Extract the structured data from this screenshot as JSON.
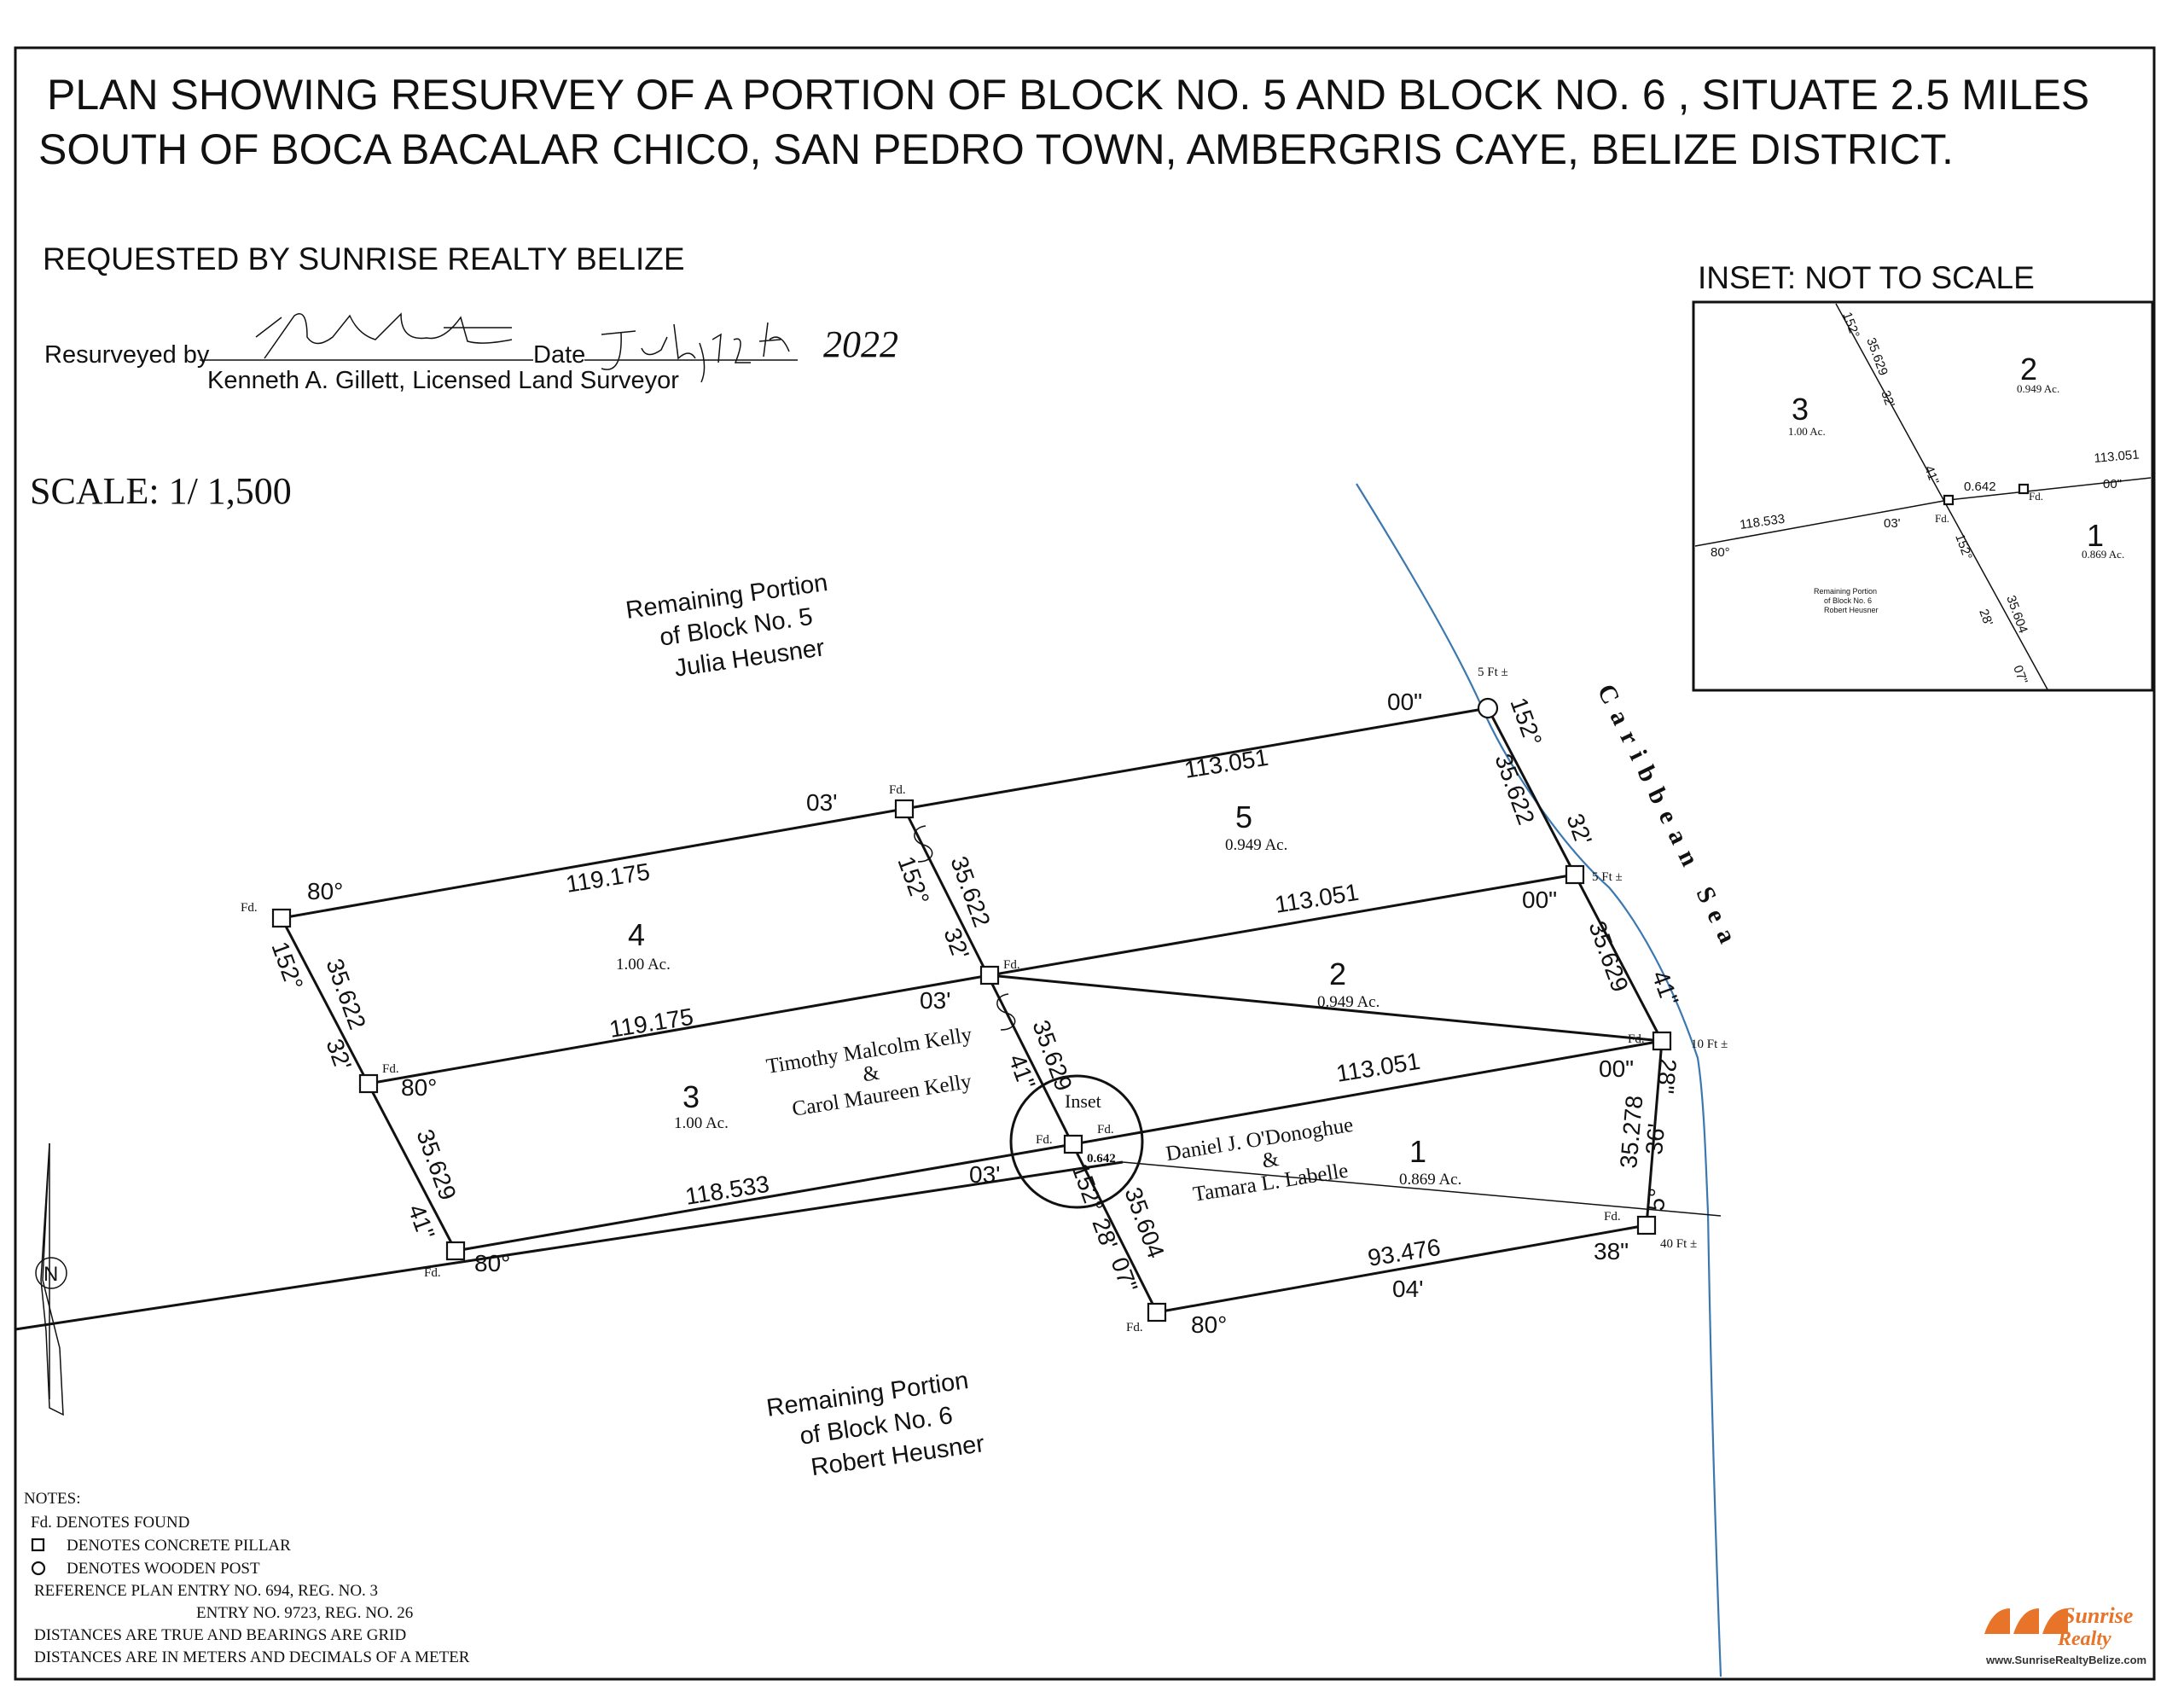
{
  "title": {
    "line1": "PLAN SHOWING RESURVEY OF A PORTION OF BLOCK NO. 5 AND BLOCK NO. 6 , SITUATE 2.5 MILES",
    "line2": "SOUTH OF BOCA BACALAR CHICO, SAN PEDRO TOWN,  AMBERGRIS CAYE, BELIZE DISTRICT."
  },
  "requested_by": "REQUESTED BY  SUNRISE REALTY BELIZE",
  "resurveyed_by_label": "Resurveyed by",
  "date_label": "Date",
  "surveyor": "Kenneth A. Gillett,  Licensed Land Surveyor",
  "date_handwritten": "July 12th 2022",
  "scale": "SCALE: 1/ 1,500",
  "inset_title": "INSET: NOT TO SCALE",
  "inset_label": "Inset",
  "north_label": "N",
  "sea_label": "Caribbean Sea",
  "remaining_block5": {
    "line1": "Remaining Portion",
    "line2": "of Block No. 5",
    "line3": "Julia Heusner"
  },
  "remaining_block6": {
    "line1": "Remaining Portion",
    "line2": "of Block No. 6",
    "line3": "Robert Heusner"
  },
  "owners_3_4": {
    "line1": "Timothy Malcolm Kelly",
    "line2": "&",
    "line3": "Carol Maureen Kelly"
  },
  "owners_1_2": {
    "line1": "Daniel J. O'Donoghue",
    "line2": "&",
    "line3": "Tamara L. Labelle"
  },
  "lots": [
    {
      "number": "5",
      "area": "0.949 Ac."
    },
    {
      "number": "4",
      "area": "1.00 Ac."
    },
    {
      "number": "2",
      "area": "0.949 Ac."
    },
    {
      "number": "3",
      "area": "1.00 Ac."
    },
    {
      "number": "1",
      "area": "0.869 Ac."
    }
  ],
  "dimensions": {
    "d113_top": "113.051",
    "d113_mid": "113.051",
    "d113_low": "113.051",
    "d119_top": "119.175",
    "d119_mid": "119.175",
    "d118": "118.533",
    "d93": "93.476",
    "d35_622_a": "35.622",
    "d35_622_b": "35.622",
    "d35_622_c": "35.622",
    "d35_629_a": "35.629",
    "d35_629_b": "35.629",
    "d35_629_c": "35.629",
    "d35_604": "35.604",
    "d35_278": "35.278",
    "d0_642": "0.642"
  },
  "bearings": {
    "b00_1": "00\"",
    "b00_2": "00\"",
    "b00_3": "00\"",
    "b03_1": "03'",
    "b03_2": "03'",
    "b03_3": "03'",
    "b80_1": "80°",
    "b80_2": "80°",
    "b80_3": "80°",
    "b80_4": "80°",
    "b152_1": "152°",
    "b152_2": "152°",
    "b152_3": "152°",
    "b152_4": "152°",
    "b32_1": "32'",
    "b32_2": "32'",
    "b32_3": "32'",
    "b41_1": "41\"",
    "b41_2": "41\"",
    "b41_3": "41\"",
    "b28_1": "28'",
    "b07": "07\"",
    "b28_2": "28\"",
    "b36": "36'",
    "b5": "5°",
    "b38": "38\"",
    "b04": "04'"
  },
  "offsets": {
    "o5ft_1": "5 Ft ±",
    "o5ft_2": "5 Ft ±",
    "o10ft": "10 Ft ±",
    "o40ft": "40 Ft ±"
  },
  "fd": "Fd.",
  "inset": {
    "lot3": "3",
    "lot3_area": "1.00 Ac.",
    "lot2": "2",
    "lot2_area": "0.949 Ac.",
    "lot1": "1",
    "lot1_area": "0.869 Ac.",
    "d113": "113.051",
    "d118": "118.533",
    "d35_629": "35.629",
    "d35_604": "35.604",
    "d642": "0.642",
    "b152a": "152°",
    "b152b": "152°",
    "b32": "32'",
    "b41": "41\"",
    "b00": "00\"",
    "b03": "03'",
    "b80": "80°",
    "b28": "28'",
    "b07": "07\"",
    "fd": "Fd.",
    "rem1": "Remaining Portion",
    "rem2": "of Block No. 6",
    "rem3": "Robert Heusner"
  },
  "notes": {
    "heading": "NOTES:",
    "n1": "Fd.  DENOTES FOUND",
    "n2": "DENOTES CONCRETE PILLAR",
    "n3": "DENOTES WOODEN POST",
    "n4": "REFERENCE PLAN ENTRY NO. 694,  REG. NO. 3",
    "n5": "ENTRY NO. 9723,  REG. NO. 26",
    "n6": "DISTANCES ARE TRUE AND BEARINGS ARE GRID",
    "n7": "DISTANCES ARE IN METERS AND DECIMALS OF A METER"
  },
  "logo": {
    "line1": "Sunrise",
    "line2": "Realty",
    "url": "www.SunriseRealtyBelize.com"
  }
}
